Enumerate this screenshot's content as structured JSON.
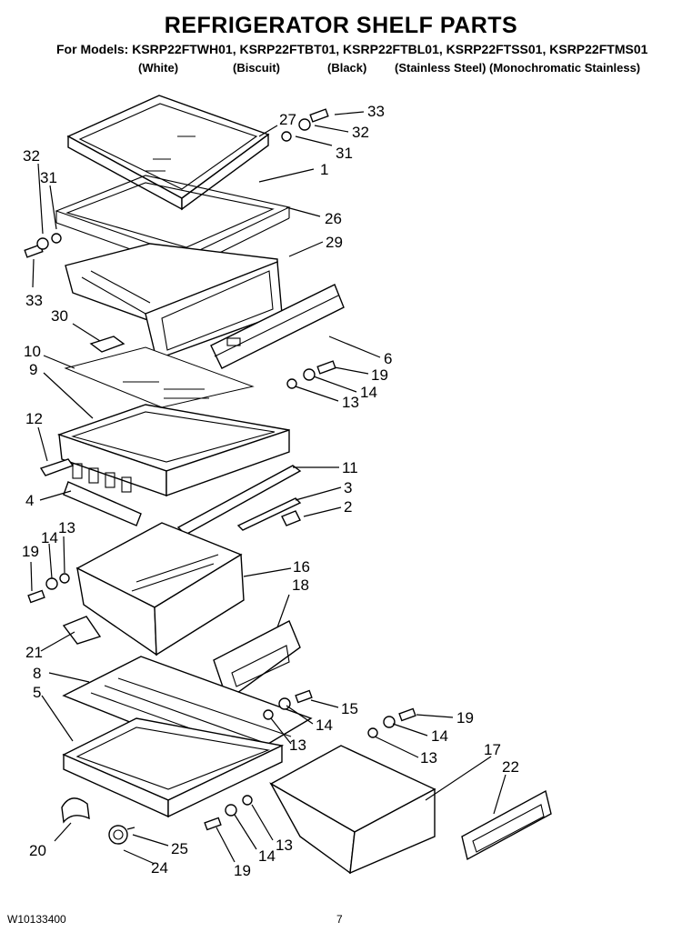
{
  "title": "REFRIGERATOR SHELF PARTS",
  "models_line": "For Models: KSRP22FTWH01, KSRP22FTBT01, KSRP22FTBL01, KSRP22FTSS01, KSRP22FTMS01",
  "colors": [
    "(White)",
    "(Biscuit)",
    "(Black)",
    "(Stainless Steel)",
    "(Monochromatic Stainless)"
  ],
  "footer": {
    "doc_number": "W10133400",
    "page": "7"
  },
  "callouts": [
    "27",
    "33",
    "32",
    "31",
    "1",
    "26",
    "29",
    "32",
    "31",
    "33",
    "30",
    "6",
    "19",
    "14",
    "13",
    "10",
    "9",
    "12",
    "11",
    "3",
    "2",
    "4",
    "16",
    "18",
    "13",
    "14",
    "19",
    "21",
    "8",
    "15",
    "19",
    "5",
    "14",
    "14",
    "13",
    "13",
    "17",
    "22",
    "20",
    "25",
    "24",
    "13",
    "14",
    "19"
  ]
}
